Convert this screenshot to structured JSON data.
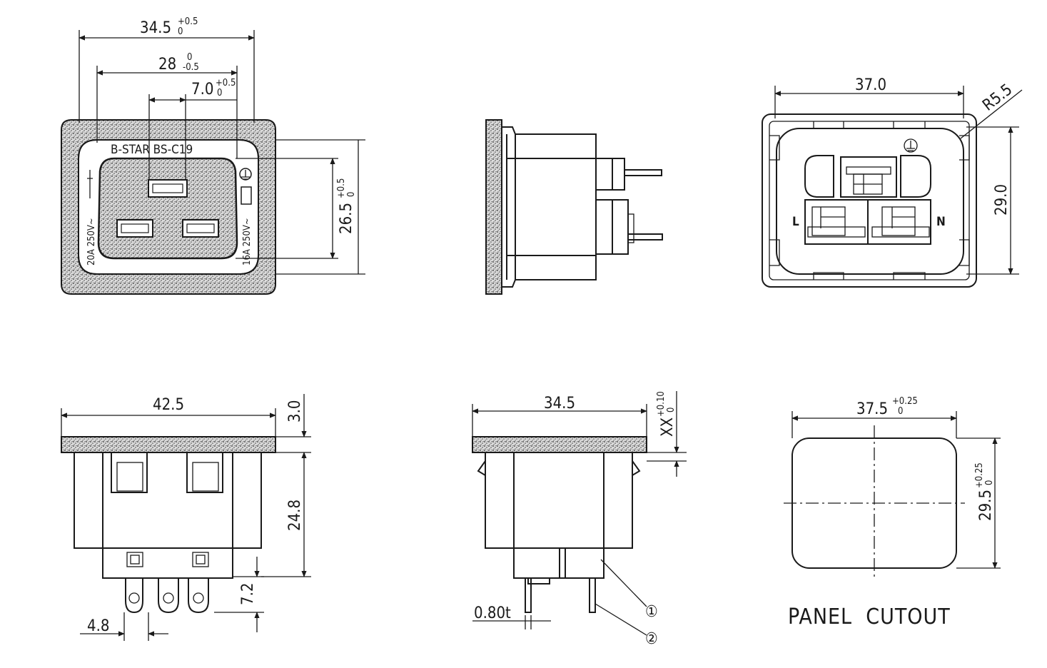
{
  "drawing": {
    "front_view": {
      "dim_overall_width": "34.5",
      "dim_overall_width_tol_upper": "+0.5",
      "dim_overall_width_tol_lower": "0",
      "dim_inner_width": "28",
      "dim_inner_width_tol_upper": "0",
      "dim_inner_width_tol_lower": "-0.5",
      "dim_pin_offset": "7.0",
      "dim_pin_offset_tol_upper": "+0.5",
      "dim_pin_offset_tol_lower": "0",
      "dim_height": "26.5",
      "dim_height_tol_upper": "+0.5",
      "dim_height_tol_lower": "0",
      "marking": "B-STAR  BS-C19",
      "rating_left": "20A  250V~",
      "rating_right": "16A  250V~"
    },
    "rear_view": {
      "dim_width": "37.0",
      "dim_radius": "R5.5",
      "dim_height": "29.0",
      "label_line": "L",
      "label_neutral": "N"
    },
    "bottom_view": {
      "dim_flange_width": "42.5",
      "dim_flange_thickness": "3.0",
      "dim_body_depth": "24.8",
      "dim_terminal_length": "7.2",
      "dim_terminal_width": "4.8"
    },
    "side_view_lower": {
      "dim_width": "34.5",
      "dim_panel": "XX",
      "dim_panel_tol_upper": "+0.10",
      "dim_panel_tol_lower": "0",
      "dim_terminal_thickness": "0.80t",
      "callout_1": "①",
      "callout_2": "②"
    },
    "panel_cutout": {
      "title": "PANEL  CUTOUT",
      "dim_width": "37.5",
      "dim_width_tol_upper": "+0.25",
      "dim_width_tol_lower": "0",
      "dim_height": "29.5",
      "dim_height_tol_upper": "+0.25",
      "dim_height_tol_lower": "0"
    }
  },
  "colors": {
    "ink": "#1a1a1a",
    "paper": "#ffffff",
    "stipple": "#8a8a8a"
  }
}
